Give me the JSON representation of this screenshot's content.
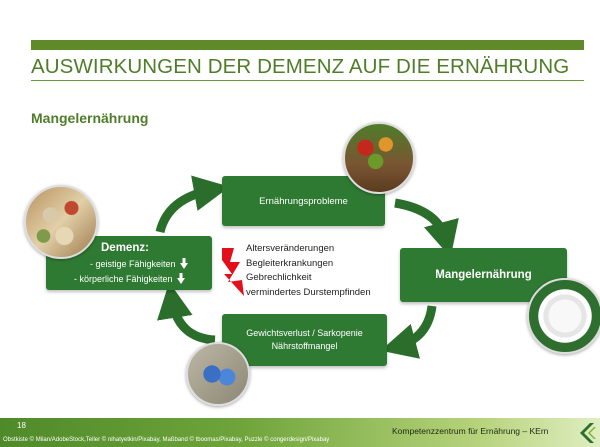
{
  "slide": {
    "title": "AUSWIRKUNGEN DER DEMENZ AUF DIE ERNÄHRUNG",
    "subtitle": "Mangelernährung"
  },
  "cycle": {
    "top": "Ernährungsprobleme",
    "left_title": "Demenz:",
    "left_line1": "- geistige  Fähigkeiten",
    "left_line2": "- körperliche Fähigkeiten",
    "right": "Mangelernährung",
    "bottom_line1": "Gewichtsverlust / Sarkopenie",
    "bottom_line2": "Nährstoffmangel"
  },
  "factors": [
    "Altersveränderungen",
    "Begleiterkrankungen",
    "Gebrechlichkeit",
    "vermindertes Durstempfinden"
  ],
  "footer": {
    "page_number": "18",
    "credits": "Obstkiste © Milan/AdobeStock,Teller © nihatyetkin/Pixabay, Maßband © tboomas/Pixabay, Puzzle © congerdesign/Pixabay",
    "organization": "Kompetenzzentrum für Ernährung – KErn"
  },
  "colors": {
    "box_green": "#2f7a33",
    "title_green": "#4f7d2a",
    "bolt_red": "#e3101b"
  },
  "icons": [
    "puzzle-photo",
    "fruit-crate-photo",
    "plate-photo",
    "tape-measure-photo",
    "lightning-icon",
    "arrow-down-icon",
    "kern-logo-icon"
  ]
}
